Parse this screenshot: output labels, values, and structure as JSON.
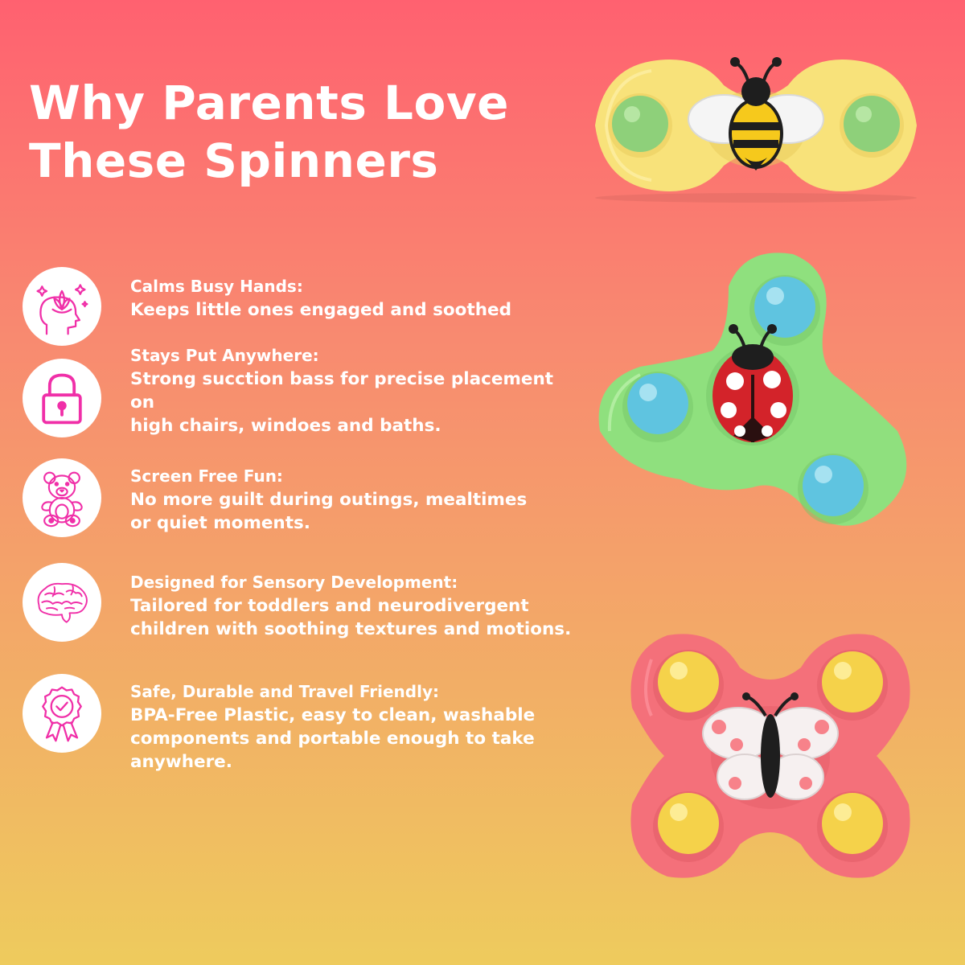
{
  "headline": {
    "line1": "Why Parents Love",
    "line2": "These Spinners"
  },
  "colors": {
    "icon_accent": "#f02fa8",
    "bg_top": "#ff6170",
    "bg_bottom": "#eecb5d"
  },
  "features": [
    {
      "icon": "lotus-head-icon",
      "title": "Calms Busy Hands:",
      "lines": [
        "Keeps little ones engaged and soothed"
      ]
    },
    {
      "icon": "padlock-icon",
      "title": "Stays Put Anywhere:",
      "lines": [
        "Strong sucction bass for precise placement",
        "on",
        "high chairs, windoes and baths."
      ]
    },
    {
      "icon": "teddy-bear-icon",
      "title": "Screen Free Fun:",
      "lines": [
        "No more guilt during outings, mealtimes",
        "or quiet moments."
      ]
    },
    {
      "icon": "brain-icon",
      "title": "Designed for Sensory Development:",
      "lines": [
        "Tailored for toddlers and neurodivergent",
        "children with soothing textures and motions."
      ]
    },
    {
      "icon": "award-ribbon-icon",
      "title": "Safe, Durable and Travel Friendly:",
      "lines": [
        "BPA-Free Plastic, easy to clean, washable",
        "components and portable enough to take",
        "anywhere."
      ]
    }
  ],
  "toys": [
    {
      "name": "bee-spinner",
      "body_color": "#f8e27a",
      "cup_color": "#8ed07a"
    },
    {
      "name": "ladybug-spinner",
      "body_color": "#8fe07e",
      "cup_color": "#5fc4e0"
    },
    {
      "name": "butterfly-spinner",
      "body_color": "#f4707a",
      "cup_color": "#f5d24a"
    }
  ]
}
